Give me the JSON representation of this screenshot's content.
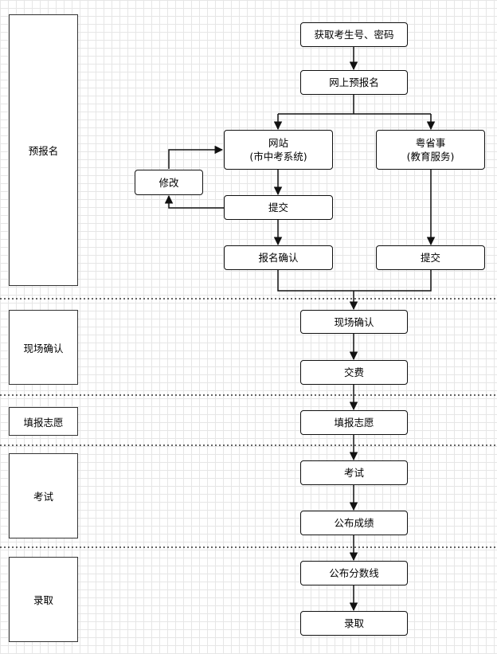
{
  "lanes": {
    "prereg": "预报名",
    "confirm": "现场确认",
    "fill": "填报志愿",
    "exam": "考试",
    "admit": "录取"
  },
  "nodes": {
    "get_id": "获取考生号、密码",
    "online": "网上预报名",
    "website_l1": "网站",
    "website_l2": "(市中考系统)",
    "yss_l1": "粤省事",
    "yss_l2": "(教育服务)",
    "modify": "修改",
    "submit_left": "提交",
    "submit_right": "提交",
    "reg_confirm": "报名确认",
    "onsite": "现场确认",
    "fee": "交费",
    "fill_wish": "填报志愿",
    "exam": "考试",
    "results": "公布成绩",
    "cutoff": "公布分数线",
    "admission": "录取"
  }
}
